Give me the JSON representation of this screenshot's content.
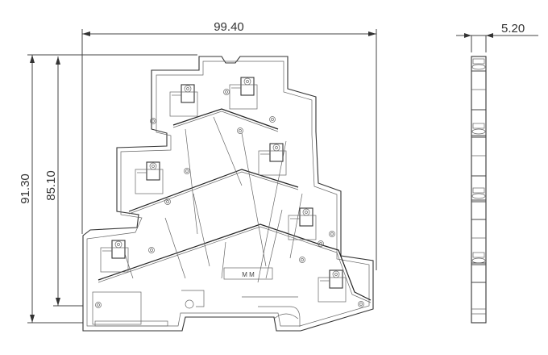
{
  "drawing": {
    "front_view": {
      "width_label": "99.40",
      "height_total_label": "91.30",
      "height_rail_label": "85.10",
      "part_marking": "M M"
    },
    "side_view": {
      "thickness_label": "5.20"
    },
    "colors": {
      "line": "#333333",
      "background": "#ffffff"
    }
  }
}
